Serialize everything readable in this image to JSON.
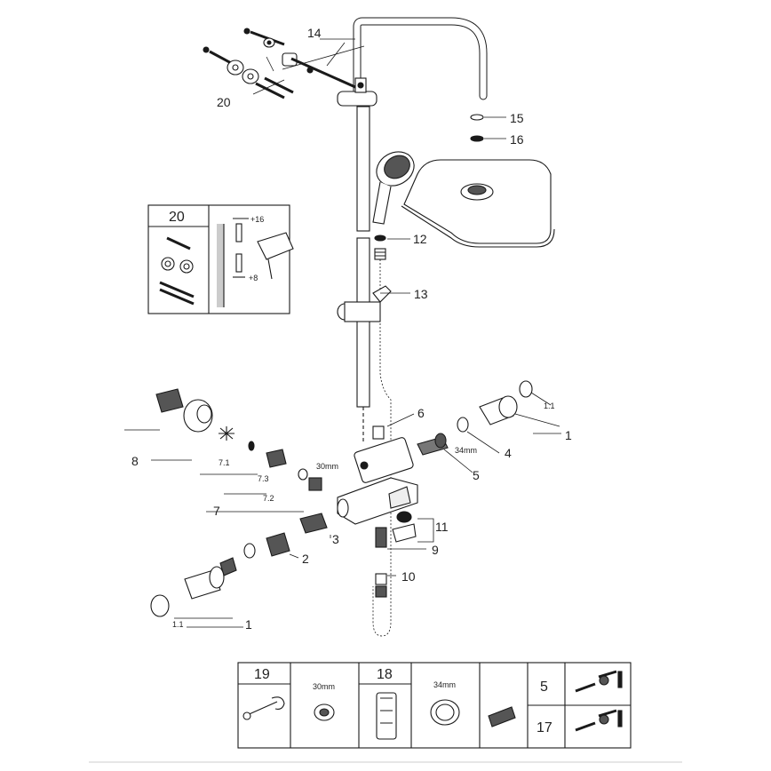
{
  "callouts": {
    "c14": "14",
    "c20": "20",
    "c15": "15",
    "c16": "16",
    "c12": "12",
    "c13": "13",
    "c6": "6",
    "c1a": "1",
    "c1_1a": "1.1",
    "c4": "4",
    "c34": "34mm",
    "c5": "5",
    "c8": "8",
    "c7_1": "7.1",
    "c7_3": "7.3",
    "c30": "30mm",
    "c7_2": "7.2",
    "c7": "7",
    "c11": "11",
    "c9": "9",
    "c3": "3",
    "c2": "2",
    "c10": "10",
    "c1b": "1",
    "c1_1b": "1.1"
  },
  "inset": {
    "title": "20",
    "dim_top": "+16",
    "dim_bottom": "+8"
  },
  "tools": {
    "h19": "19",
    "mm30": "30mm",
    "h18": "18",
    "mm34": "34mm",
    "r5": "5",
    "r17": "17"
  },
  "colors": {
    "line": "#1a1a1a",
    "shade": "#888888",
    "dark": "#2a2a2a"
  }
}
